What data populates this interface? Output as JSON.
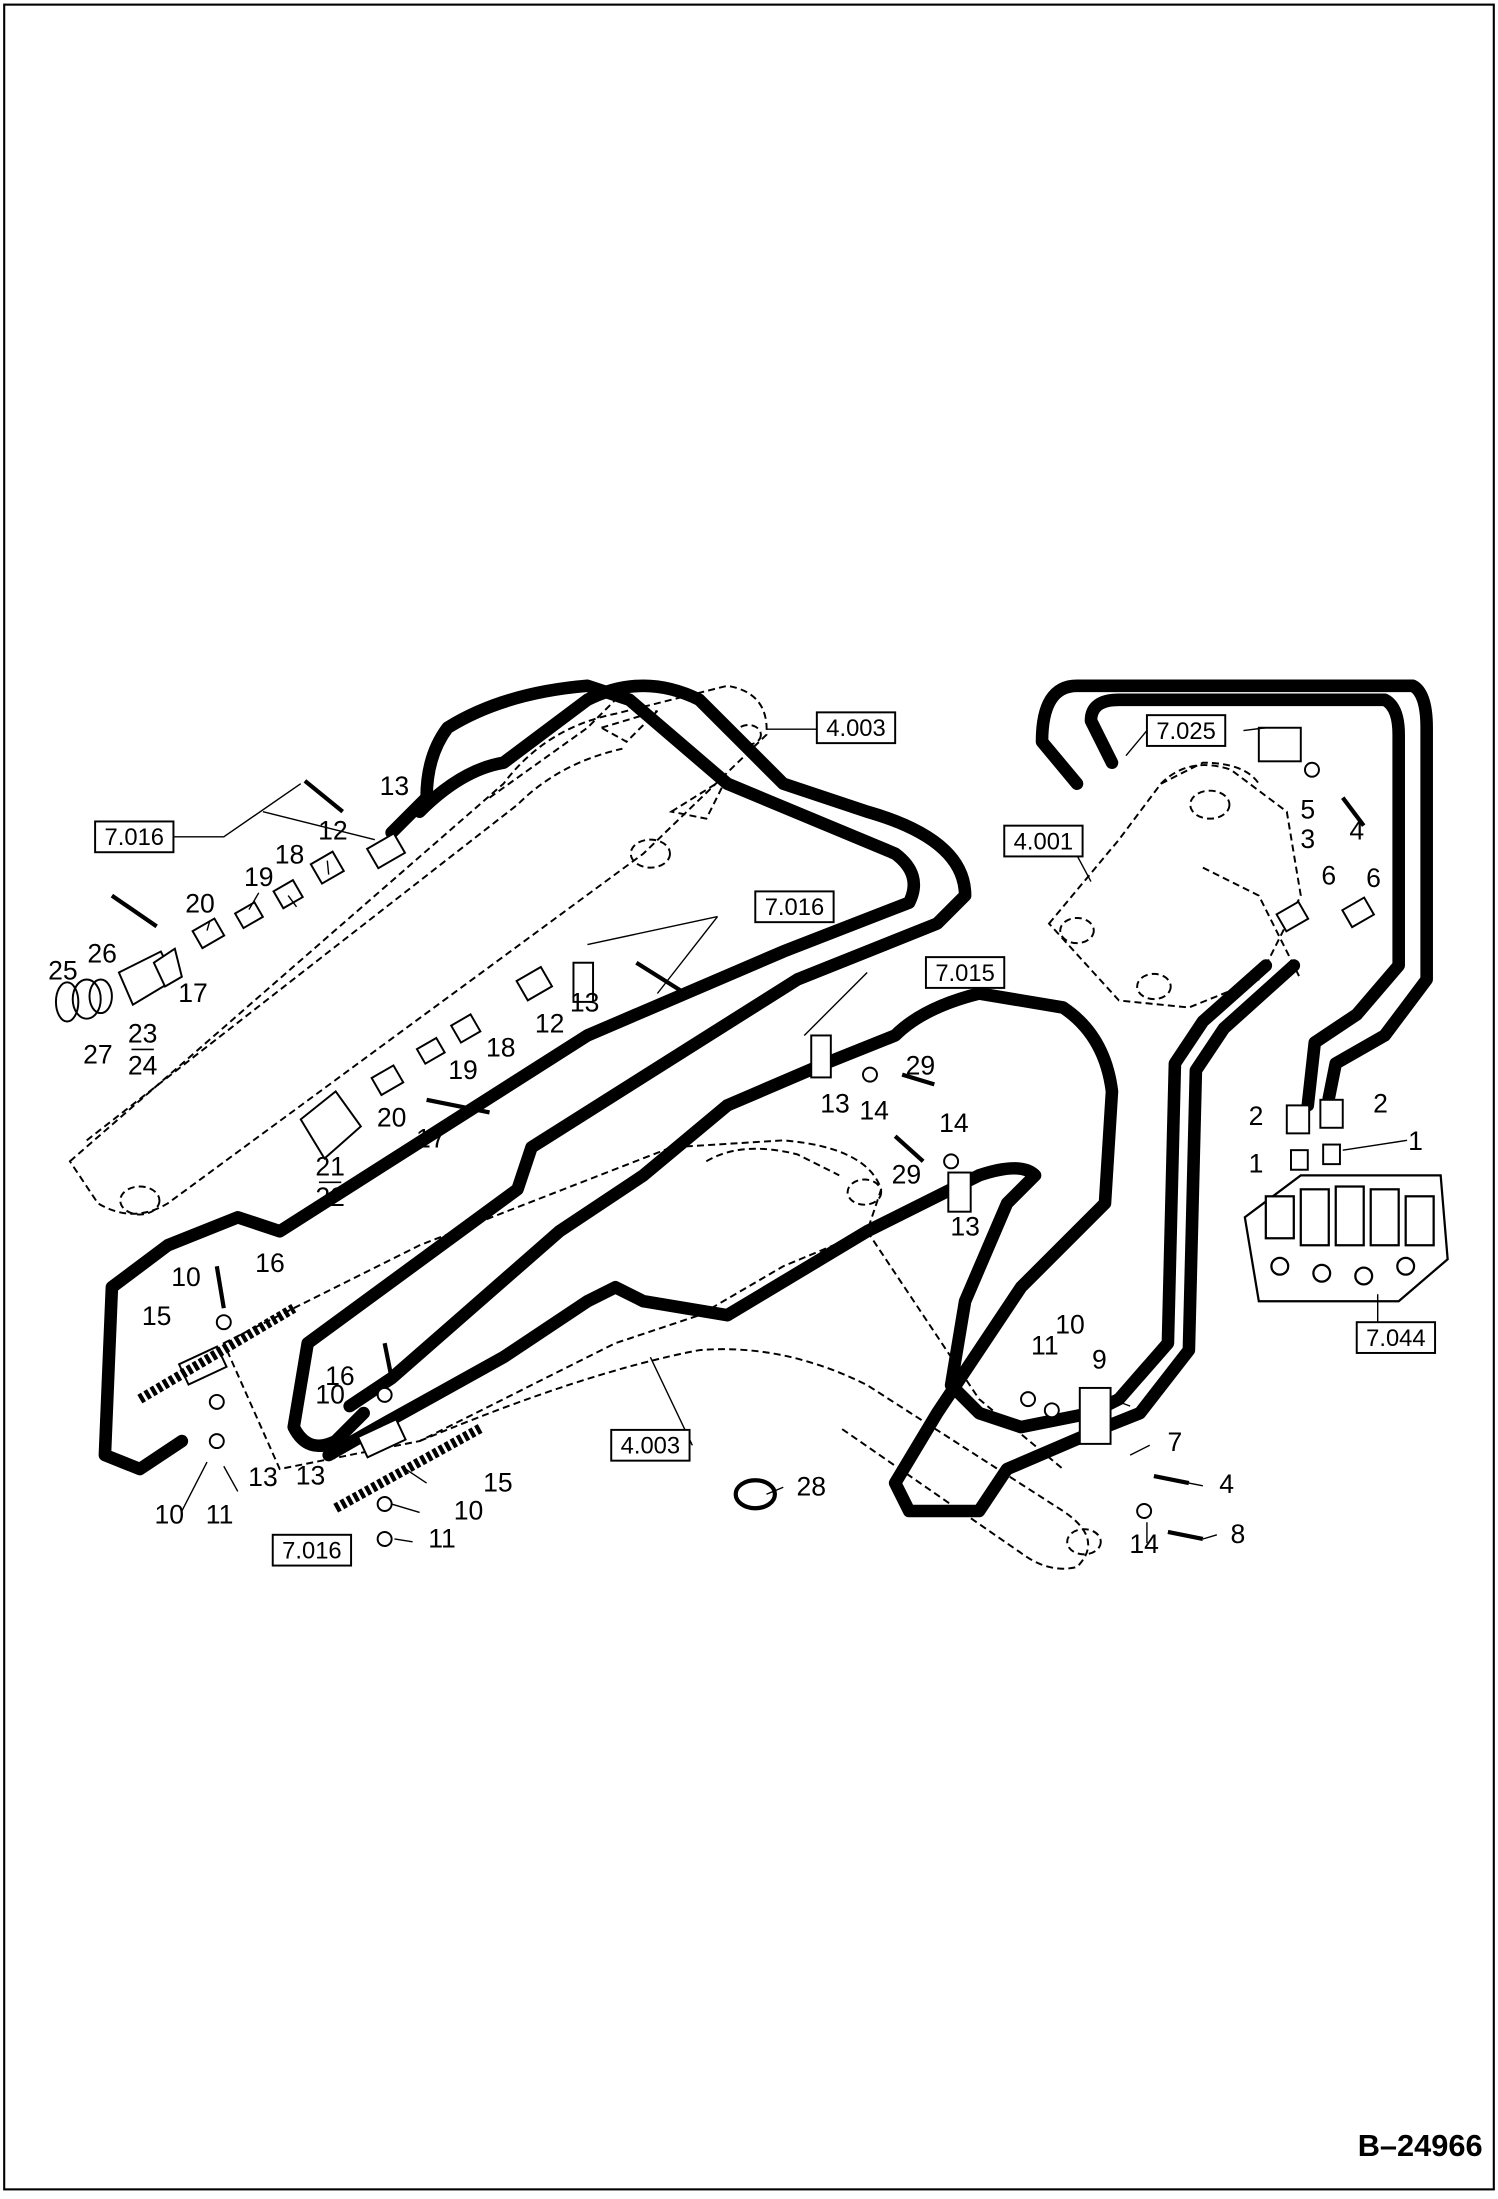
{
  "document_id": "B–24966",
  "reference_boxes": {
    "r_7016_a": "7.016",
    "r_7016_b": "7.016",
    "r_7016_c": "7.016",
    "r_7025": "7.025",
    "r_4001": "4.001",
    "r_4003_a": "4.003",
    "r_4003_b": "4.003",
    "r_7015": "7.015",
    "r_7044": "7.044"
  },
  "callouts": {
    "c13a": "13",
    "c12a": "12",
    "c18a": "18",
    "c19a": "19",
    "c20a": "20",
    "c25": "25",
    "c26": "26",
    "c27": "27",
    "c23a": "23",
    "c24a": "24",
    "c17a": "17",
    "c13b": "13",
    "c12b": "12",
    "c18b": "18",
    "c19b": "19",
    "c20b": "20",
    "c17b": "17",
    "c21": "21",
    "c22": "22",
    "c5": "5",
    "c4a": "4",
    "c3": "3",
    "c6a": "6",
    "c6b": "6",
    "c2a": "2",
    "c2b": "2",
    "c1a": "1",
    "c1b": "1",
    "c29a": "29",
    "c14a": "14",
    "c13c": "13",
    "c14b": "14",
    "c29b": "29",
    "c13d": "13",
    "c10a": "10",
    "c16a": "16",
    "c15a": "15",
    "c13e": "13",
    "c10b": "10",
    "c11a": "11",
    "c16b": "16",
    "c10c": "10",
    "c13f": "13",
    "c15b": "15",
    "c10d": "10",
    "c11b": "11",
    "c10e": "10",
    "c11c": "11",
    "c9": "9",
    "c7": "7",
    "c4b": "4",
    "c14c": "14",
    "c8": "8",
    "c28": "28"
  }
}
